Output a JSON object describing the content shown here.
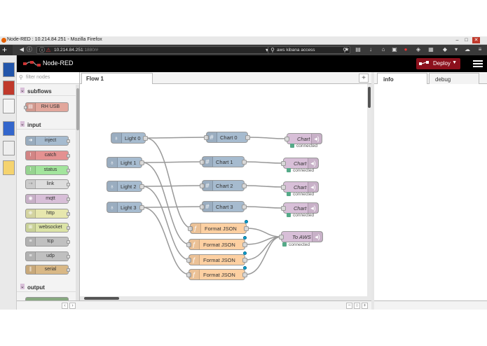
{
  "window": {
    "title": "Node-RED : 10.214.84.251 - Mozilla Firefox"
  },
  "browser": {
    "url_host": "10.214.84.251",
    "url_rest": ":1880/#",
    "search_text": "aws kibana access"
  },
  "app": {
    "title": "Node-RED",
    "deploy_label": "Deploy"
  },
  "palette": {
    "filter_placeholder": "filter nodes",
    "categories": {
      "subflows": "subflows",
      "input": "input",
      "output": "output"
    },
    "subflow_node": "RH USB",
    "input_nodes": [
      "inject",
      "catch",
      "status",
      "link",
      "mqtt",
      "http",
      "websocket",
      "tcp",
      "udp",
      "serial"
    ]
  },
  "workspace": {
    "tab": "Flow 1",
    "lights": [
      "Light 0",
      "Light 1",
      "Light 2",
      "Light 3"
    ],
    "templates": [
      "Chart 0",
      "Chart 1",
      "Chart 2",
      "Chart 3"
    ],
    "charts": [
      "Chart",
      "Chart",
      "Chart",
      "Chart"
    ],
    "functions": [
      "Format JSON",
      "Format JSON",
      "Format JSON",
      "Format JSON"
    ],
    "aws_node": "To AWS",
    "status_connected": "connected"
  },
  "sidebar": {
    "tab_info": "info",
    "tab_debug": "debug"
  },
  "colors": {
    "header": "#000000",
    "deploy": "#8c101c",
    "light_node": "#a6bbcf",
    "chart_node": "#d8bfd8",
    "function_node": "#fdd0a2",
    "connected": "#55aa88"
  }
}
